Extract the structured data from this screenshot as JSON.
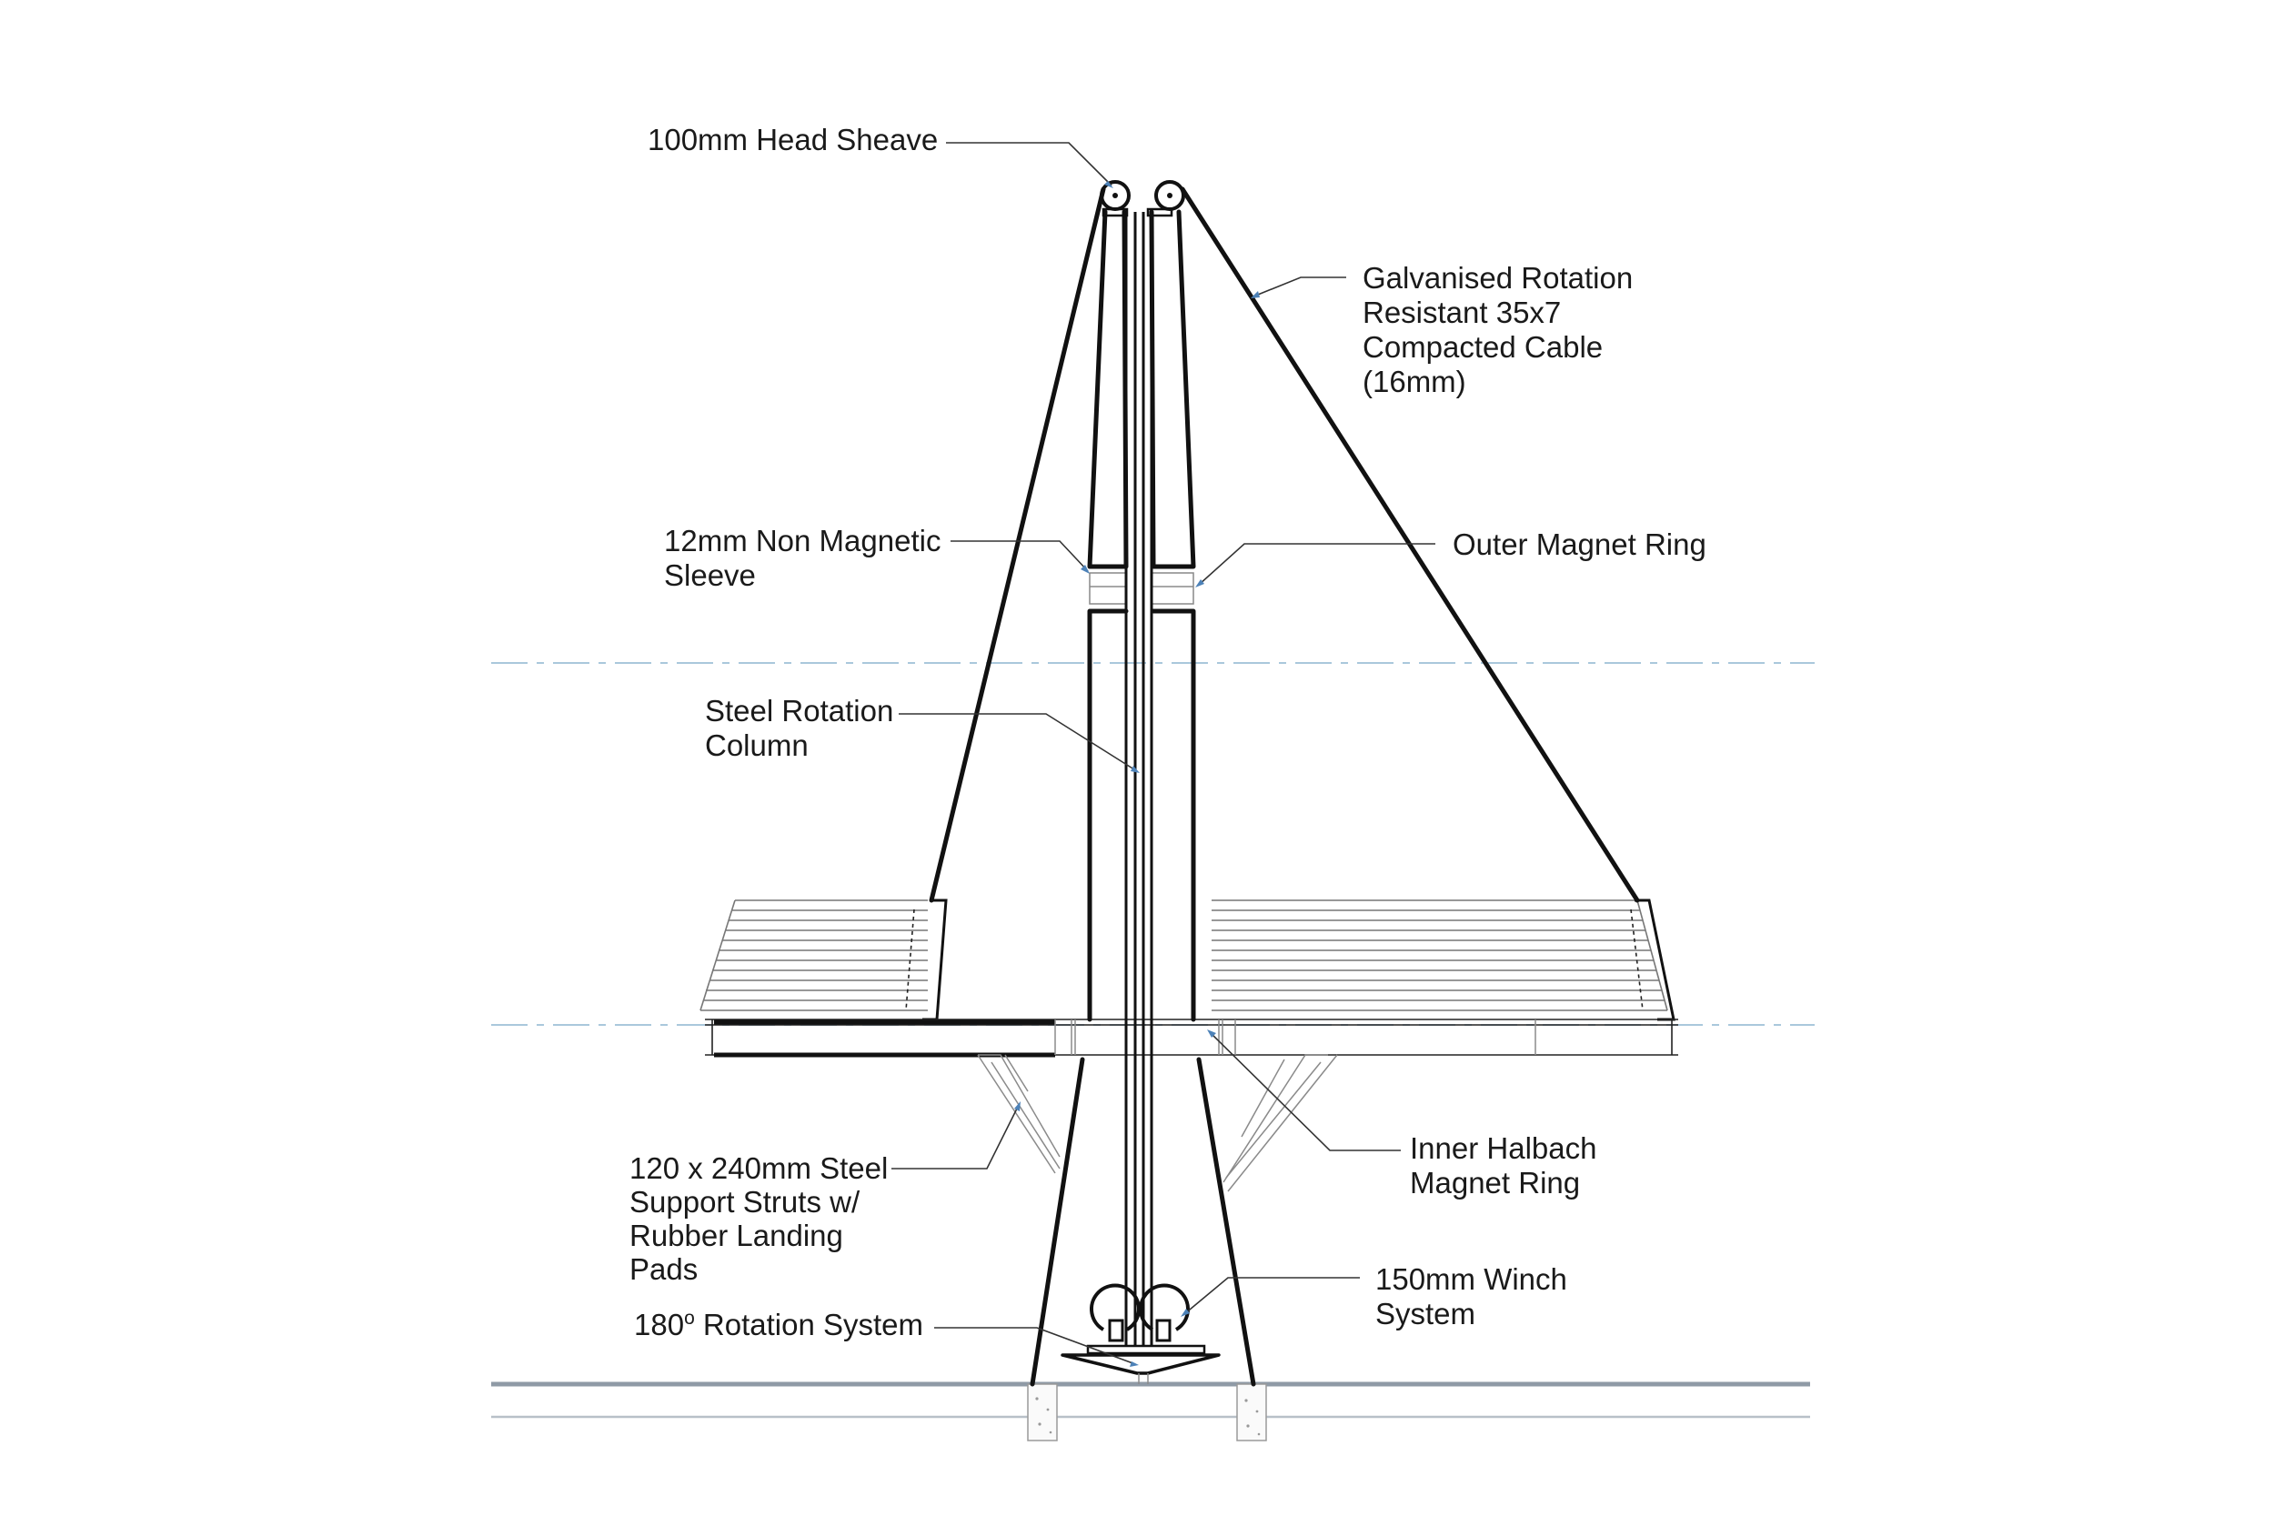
{
  "diagram": {
    "labels": {
      "head_sheave": "100mm Head Sheave",
      "cable": [
        "Galvanised Rotation",
        "Resistant 35x7",
        "Compacted Cable",
        "(16mm)"
      ],
      "sleeve": [
        "12mm Non Magnetic",
        "Sleeve"
      ],
      "outer_ring": "Outer Magnet Ring",
      "column": [
        "Steel Rotation",
        "Column"
      ],
      "struts": [
        "120 x 240mm Steel",
        "Support Struts w/",
        "Rubber Landing",
        "Pads"
      ],
      "halbach": [
        "Inner Halbach",
        "Magnet Ring"
      ],
      "winch": [
        "150mm Winch",
        "System"
      ],
      "rotation": {
        "prefix": "180",
        "superscript": "o",
        "suffix": " Rotation System"
      }
    },
    "colors": {
      "line": "#111111",
      "leader": "#333333",
      "axis": "#9fc0d8",
      "ground": "#8f9aa6",
      "arrow": "#4d82b8"
    }
  }
}
